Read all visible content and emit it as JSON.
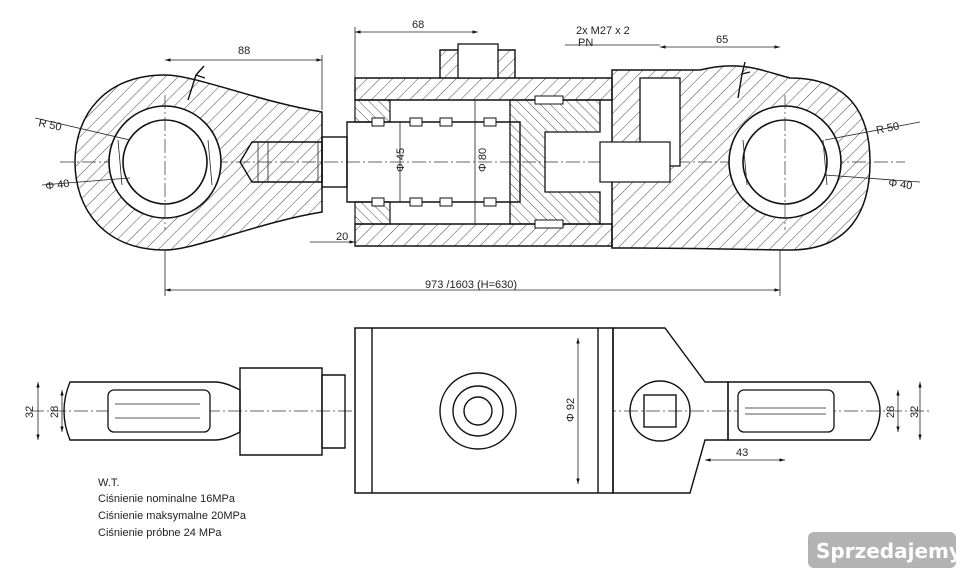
{
  "labels": {
    "dim_88": "88",
    "dim_68": "68",
    "port_spec": "2x M27 x 2",
    "port_pn": "PN",
    "dim_65": "65",
    "r50": "R 50",
    "d40": "Φ 40",
    "dim_20": "20",
    "d45": "Φ 45",
    "d80": "Φ 80",
    "length": "973 /1603   (H=630)",
    "dim_32": "32",
    "dim_28": "28",
    "d92": "Φ 92",
    "dim_43": "43"
  },
  "notes": [
    "W.T.",
    "Ciśnienie nominalne 16MPa",
    "Ciśnienie maksymalne 20MPa",
    "Ciśnienie próbne 24 MPa"
  ],
  "watermark": "Sprzedajemy.pl"
}
